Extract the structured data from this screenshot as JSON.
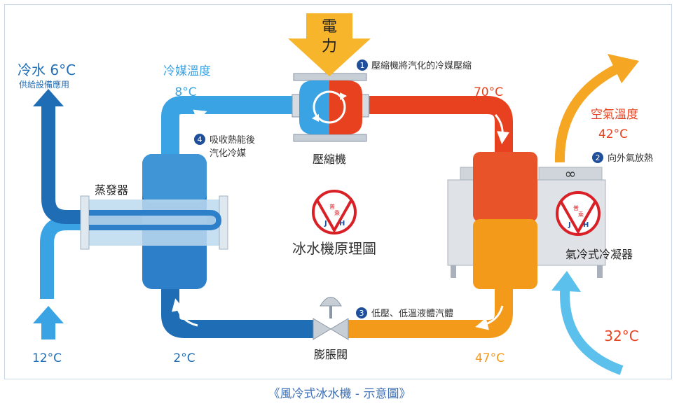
{
  "diagram": {
    "title": "冰水機原理圖",
    "power_label_line1": "電",
    "power_label_line2": "力",
    "steps": [
      {
        "num": "1",
        "text": "壓縮機將汽化的冷媒壓縮"
      },
      {
        "num": "2",
        "text": "向外氣放熱"
      },
      {
        "num": "3",
        "text": "低壓、低溫液體汽體"
      },
      {
        "num": "4",
        "text_line1": "吸收熱能後",
        "text_line2": "汽化冷媒"
      }
    ],
    "components": {
      "compressor": "壓縮機",
      "evaporator": "蒸發器",
      "condenser": "氣冷式冷凝器",
      "expansion_valve": "膨脹閥"
    },
    "temperatures": {
      "chilled_water_out_label": "冷水 6°C",
      "chilled_water_out_sub": "供給設備應用",
      "refrigerant_temp_label": "冷媒溫度",
      "refrigerant_after_evap": "8°C",
      "after_compressor": "70°C",
      "air_temp_label": "空氣溫度",
      "air_out": "42°C",
      "air_in": "32°C",
      "after_condenser": "47°C",
      "after_valve": "2°C",
      "water_in": "12°C"
    },
    "logo_text": [
      "普",
      "乘",
      "J",
      "H"
    ],
    "colors": {
      "refrigerant_light_blue": "#3aa3e3",
      "refrigerant_dark_blue": "#1f6db5",
      "hot_red": "#e8411f",
      "warm_orange": "#f39a1a",
      "air_orange": "#f5a623",
      "air_in_light_blue": "#5bc0eb",
      "power_yellow": "#f7b52c",
      "text_blue": "#1a7fd0",
      "text_red": "#e8411f"
    }
  },
  "caption": "《風冷式冰水機 - 示意圖》"
}
